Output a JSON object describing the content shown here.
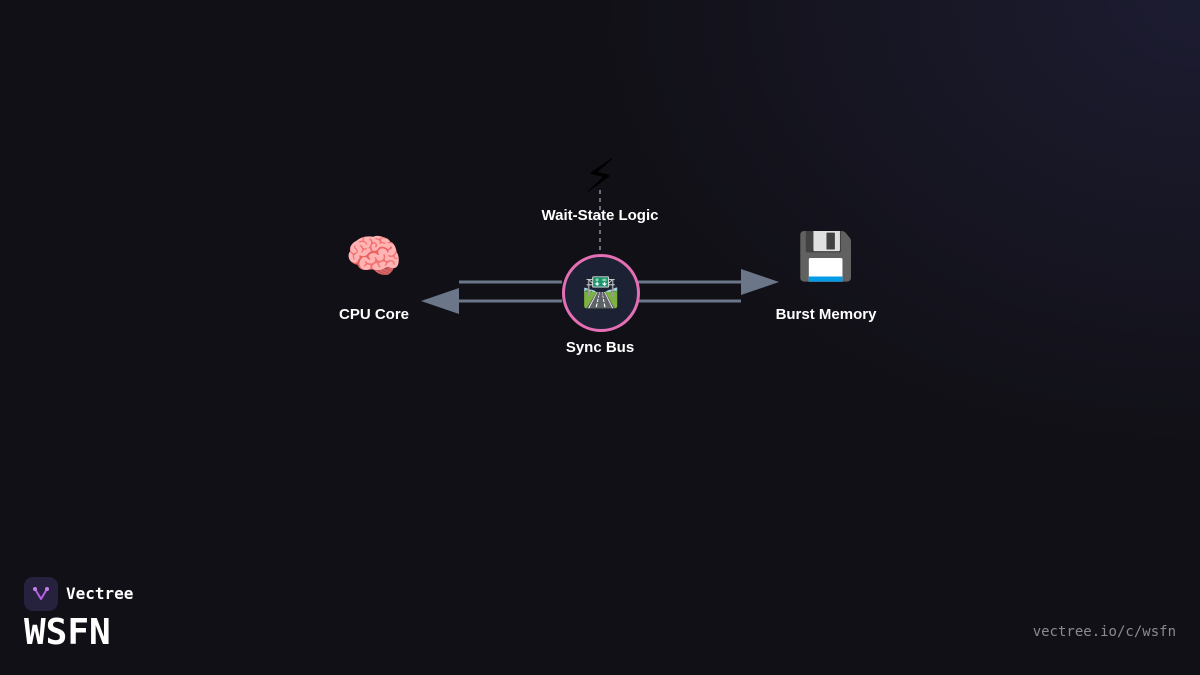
{
  "diagram": {
    "nodes": {
      "cpu": {
        "label": "CPU Core",
        "icon": "brain-icon",
        "glyph": "🧠"
      },
      "bus": {
        "label": "Sync Bus",
        "icon": "motorway-icon",
        "glyph": "🛣️"
      },
      "memory": {
        "label": "Burst Memory",
        "icon": "floppy-disk-icon",
        "glyph": "💾"
      },
      "logic": {
        "label": "Wait-State Logic",
        "icon": "lightning-icon",
        "glyph": "⚡"
      }
    },
    "edges": [
      {
        "from": "bus",
        "to": "cpu",
        "style": "solid-arrow"
      },
      {
        "from": "bus",
        "to": "memory",
        "style": "solid-arrow"
      },
      {
        "from": "logic",
        "to": "bus",
        "style": "dashed"
      }
    ],
    "colors": {
      "hub_border": "#e46fb4",
      "connector": "#6b7689"
    }
  },
  "footer": {
    "brand": "Vectree",
    "code": "WSFN",
    "url": "vectree.io/c/wsfn"
  }
}
